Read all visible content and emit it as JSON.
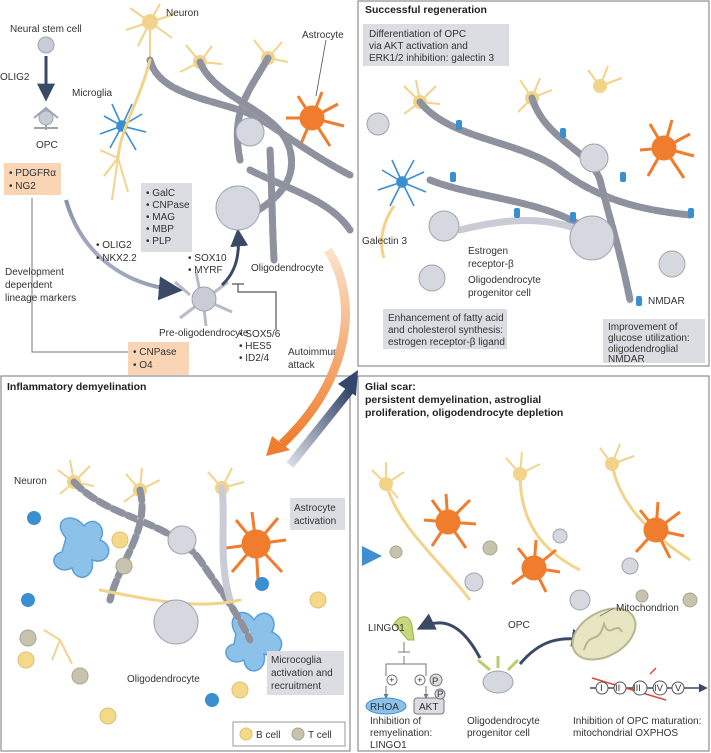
{
  "top_left": {
    "neural_stem_cell": "Neural stem cell",
    "olig2_arrow": "OLIG2",
    "opc": "OPC",
    "markers_box": [
      "PDGFRα",
      "NG2"
    ],
    "dev_markers": [
      "Development",
      "dependent",
      "lineage markers"
    ],
    "tf_left": [
      "OLIG2",
      "NKX2.2"
    ],
    "tf_right": [
      "SOX10",
      "MYRF"
    ],
    "pre_oligo": "Pre-oligodendrocyte",
    "inhibitors": [
      "SOX5/6",
      "HES5",
      "ID2/4"
    ],
    "late_markers_box": [
      "CNPase",
      "O4"
    ],
    "myelin_box": [
      "GalC",
      "CNPase",
      "MAG",
      "MBP",
      "PLP"
    ],
    "neuron": "Neuron",
    "microglia": "Microglia",
    "astrocyte": "Astrocyte",
    "oligodendrocyte": "Oligodendrocyte",
    "autoimmune": [
      "Autoimmune",
      "attack"
    ]
  },
  "top_right": {
    "title": "Successful regeneration",
    "box1": [
      "Differentiation of OPC",
      "via AKT activation and",
      "ERK1/2 inhibition: galectin 3"
    ],
    "galectin": "Galectin 3",
    "estrogen": [
      "Estrogen",
      "receptor-β"
    ],
    "opc_cell": [
      "Oligodendrocyte",
      "progenitor cell"
    ],
    "nmdar": "NMDAR",
    "box2": [
      "Enhancement of fatty acid",
      "and cholesterol synthesis:",
      "estrogen receptor-β ligand"
    ],
    "box3": [
      "Improvement of",
      "glucose utilization:",
      "oligodendroglial",
      "NMDAR"
    ]
  },
  "bottom_left": {
    "title": "Inflammatory demyelination",
    "neuron": "Neuron",
    "astro_box": [
      "Astrocyte",
      "activation"
    ],
    "oligodendrocyte": "Oligodendrocyte",
    "micro_box": [
      "Microcoglia",
      "activation and",
      "recruitment"
    ],
    "legend": {
      "b_cell": "B cell",
      "t_cell": "T cell"
    }
  },
  "bottom_right": {
    "title": [
      "Glial scar:",
      "persistent demyelination, astroglial",
      "proliferation, oligodendrocyte depletion"
    ],
    "opc": "OPC",
    "lingo1": "LINGO1",
    "rhoa": "RHOA",
    "akt": "AKT",
    "p": "P",
    "plus": "+",
    "mitochondrion": "Mitochondrion",
    "complexes": [
      "I",
      "II",
      "III",
      "IV",
      "V"
    ],
    "cap1": [
      "Inhibition of",
      "remyelination:",
      "LINGO1"
    ],
    "cap2": [
      "Oligodendrocyte",
      "progenitor cell"
    ],
    "cap3": [
      "Inhibition of OPC maturation:",
      "mitochondrial OXPHOS"
    ]
  },
  "colors": {
    "neuron": "#f2d38a",
    "astrocyte": "#ef7d2d",
    "microglia": "#3a8fd0",
    "oligo": "#c9ccd6",
    "myelin": "#9ea3ae",
    "panel_border": "#777777",
    "gray_box": "#dcdde2",
    "peach_box": "#f9d5b5",
    "b_cell": "#f5d98a",
    "t_cell": "#c8c3ad",
    "arrow_dark": "#3a4a66",
    "arrow_orange": "#ef8a3b",
    "arrow_blue": "#3f8fd0"
  }
}
